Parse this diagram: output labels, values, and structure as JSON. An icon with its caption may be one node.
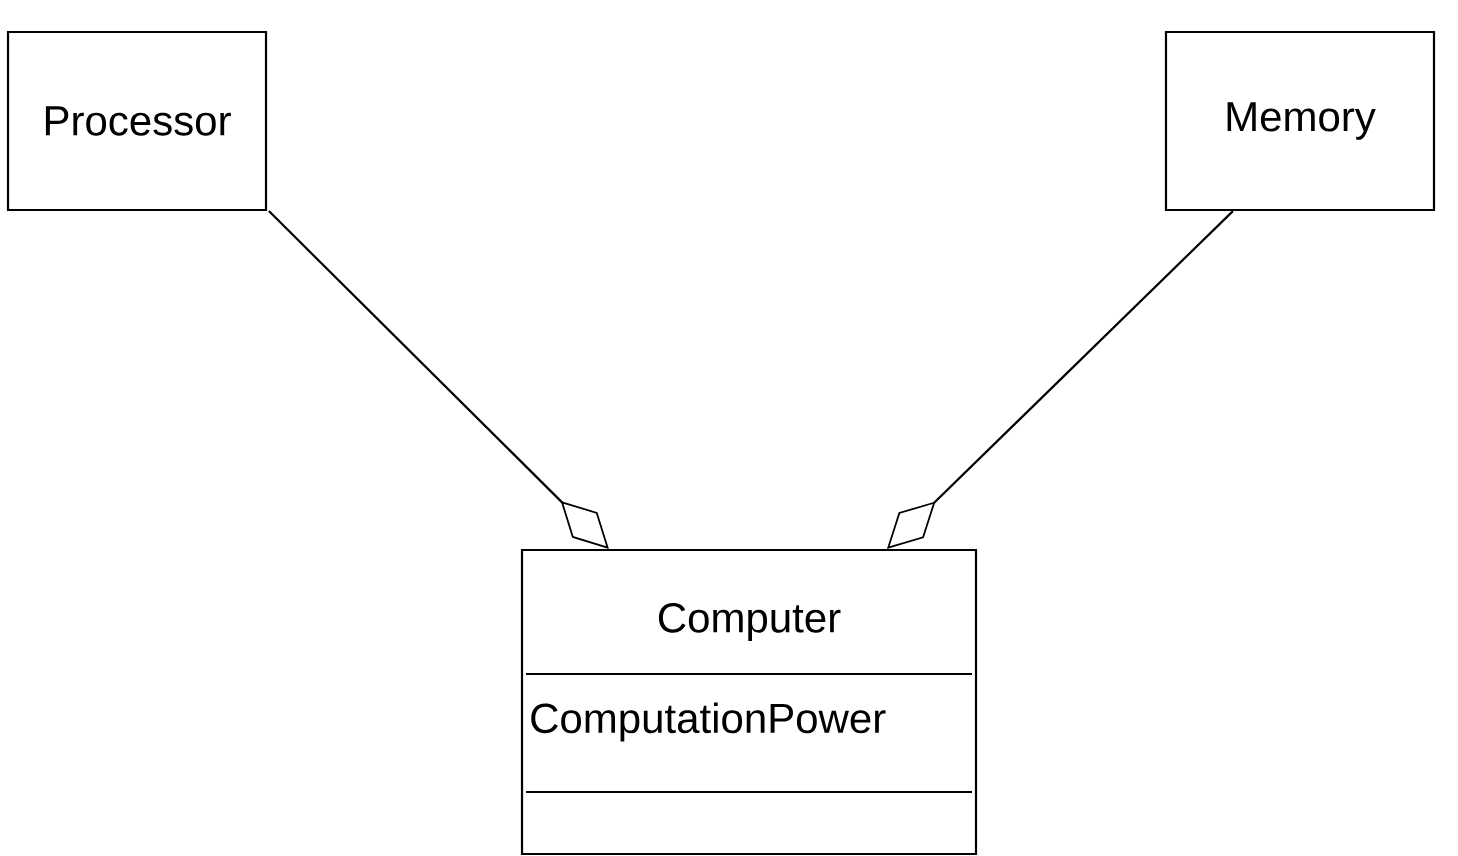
{
  "diagram": {
    "nodes": [
      {
        "text": [
          "Processor"
        ]
      },
      {
        "text": [
          "Memory"
        ]
      },
      {
        "text": [
          "Computer",
          "ComputationPower"
        ]
      }
    ],
    "edges": [
      {
        "from": 0,
        "to": 2,
        "arrow": "other"
      },
      {
        "from": 1,
        "to": 2,
        "arrow": "other"
      }
    ]
  }
}
